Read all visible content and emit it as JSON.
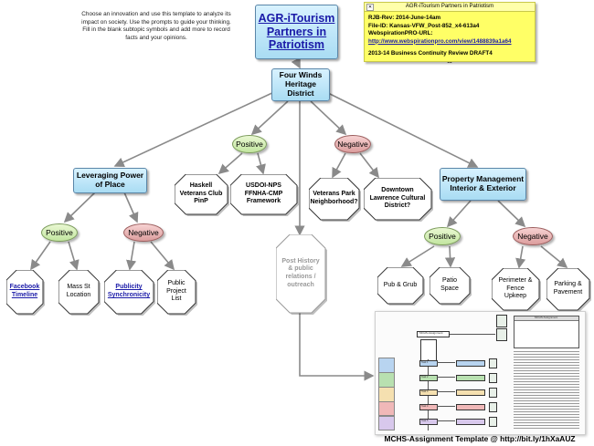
{
  "intro": "Choose an innovation and use this template to analyze its impact on society. Use the prompts to guide your thinking. Fill in the blank subtopic symbols and add more to record facts and your opinions.",
  "root": {
    "label": "AGR-iTourism Partners in Patriotism"
  },
  "note": {
    "title": "AGR-iTourism Partners in Patriotism",
    "rev": "RJB-Rev: 2014-June-14am",
    "file_id": "File-ID: Kansas-VFW_Post-852_x4-613a4",
    "url_label": "WebspirationPRO-URL:",
    "url": "http://www.webspirationpro.com/view/1488839a1a64",
    "review": "2013-14 Business Continuity Review DRAFT4",
    "ellipsis": "..."
  },
  "nodes": {
    "four_winds": "Four Winds Heritage District",
    "leveraging": "Leveraging Power of Place",
    "property": "Property Management Interior & Exterior"
  },
  "labels": {
    "positive": "Positive",
    "negative": "Negative"
  },
  "leaves": {
    "haskell": "Haskell Veterans Club PinP",
    "usdoi": "USDOI-NPS FFNHA-CMP Framework",
    "veterans_park": "Veterans Park Neighborhood?",
    "downtown": "Downtown Lawrence Cultural District?",
    "post_history": "Post History & public relations / outreach",
    "facebook": "Facebook Timeline",
    "mass_st": "Mass St Location",
    "publicity": "Publicity Synchronicity",
    "public_project": "Public Project List",
    "pub_grub": "Pub & Grub",
    "patio": "Patio Space",
    "perimeter": "Perimeter & Fence Upkeep",
    "parking": "Parking & Pavement"
  },
  "template": {
    "caption": "MCHS-Assignment Template @ http://bit.ly/1hXaAUZ",
    "assignment_label": "MCHS-Assignment",
    "header_label": "MCHS Assignment",
    "tasks": [
      "Task 1",
      "Task 2",
      "Task 3",
      "Task 4",
      "Task 5"
    ],
    "task_colors": [
      "#b8d4f0",
      "#b8e0b0",
      "#f5e0b0",
      "#f0b8b8",
      "#d8c8ec"
    ]
  },
  "colors": {
    "edge": "#8a8a8a",
    "blue_node": "#a9dcf3",
    "positive": "#c3e6a0",
    "negative": "#dc9e9e",
    "note": "#ffff66",
    "link": "#1a1aa8"
  }
}
